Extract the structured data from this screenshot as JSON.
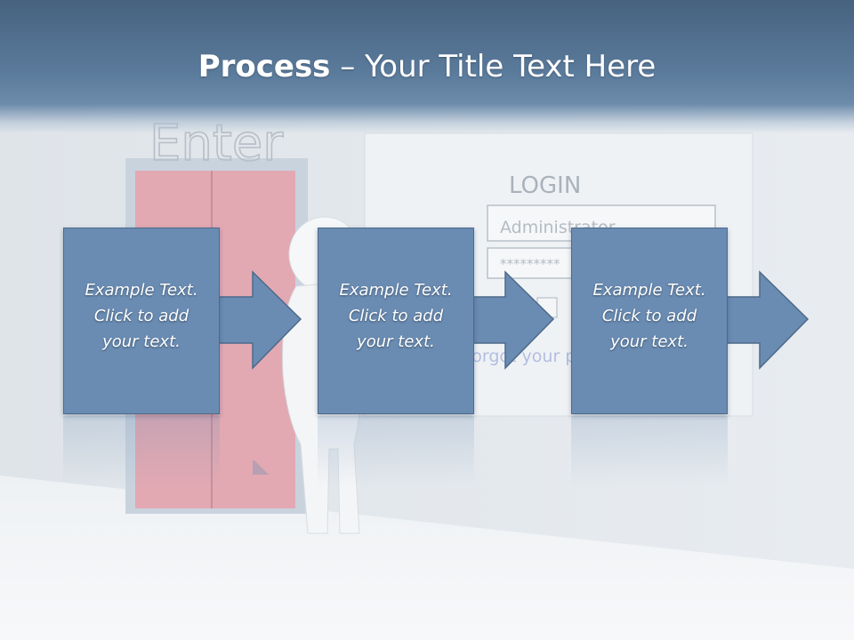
{
  "header": {
    "title_bold": "Process",
    "title_rest": " – Your Title Text Here"
  },
  "background_scene": {
    "enter_sign": "Enter",
    "login_heading": "LOGIN",
    "username_value": "Administrator",
    "password_value": "*********",
    "forgot_link": "Forgot your p"
  },
  "steps": [
    {
      "line1": "Example Text.",
      "line2": "Click  to add",
      "line3": "your text."
    },
    {
      "line1": "Example Text.",
      "line2": "Click  to add",
      "line3": "your text."
    },
    {
      "line1": "Example Text.",
      "line2": "Click  to add",
      "line3": "your text."
    }
  ],
  "colors": {
    "header_top": "#46627f",
    "box_fill": "#6a8cb3",
    "box_border": "#4d6a8a",
    "door": "#e5a9b3"
  }
}
